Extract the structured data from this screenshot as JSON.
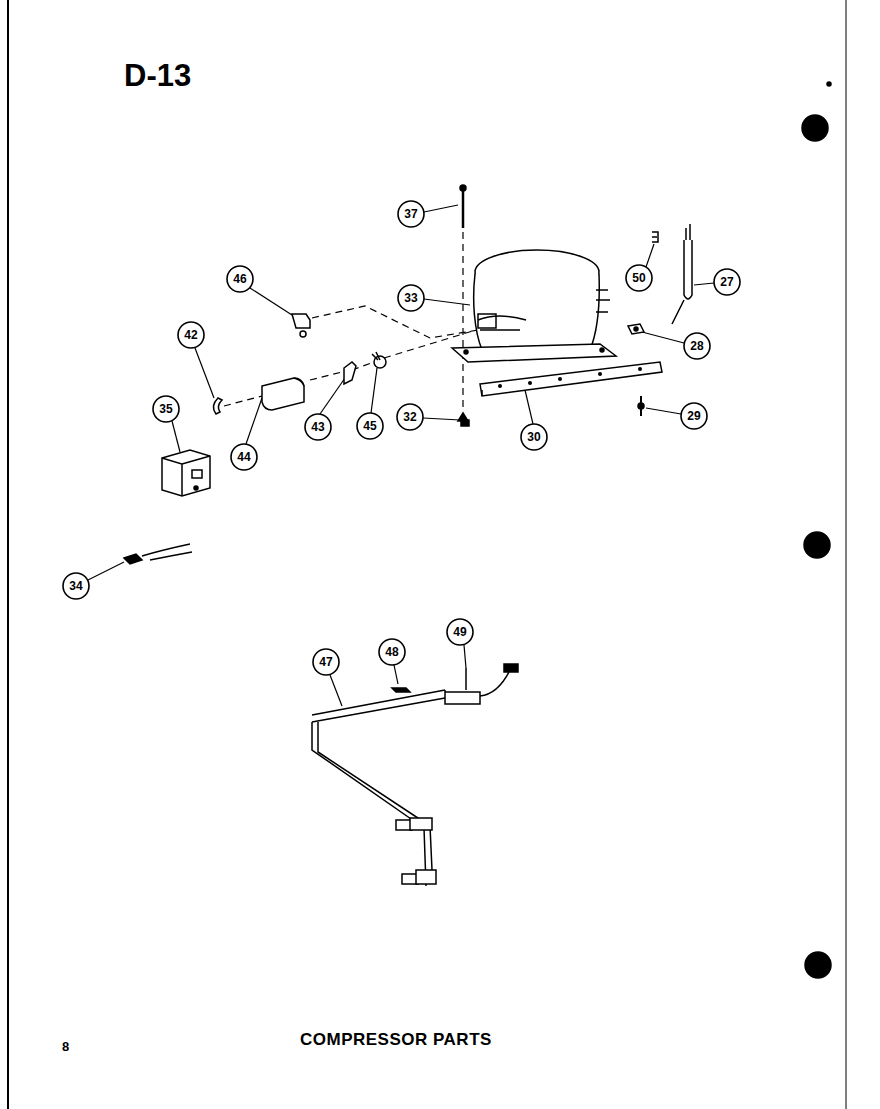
{
  "diagram": {
    "title": "D-13",
    "caption": "COMPRESSOR PARTS",
    "labels": [
      "37",
      "50",
      "46",
      "27",
      "33",
      "42",
      "28",
      "35",
      "29",
      "32",
      "45",
      "43",
      "30",
      "44",
      "34",
      "49",
      "48",
      "47",
      "8"
    ]
  }
}
